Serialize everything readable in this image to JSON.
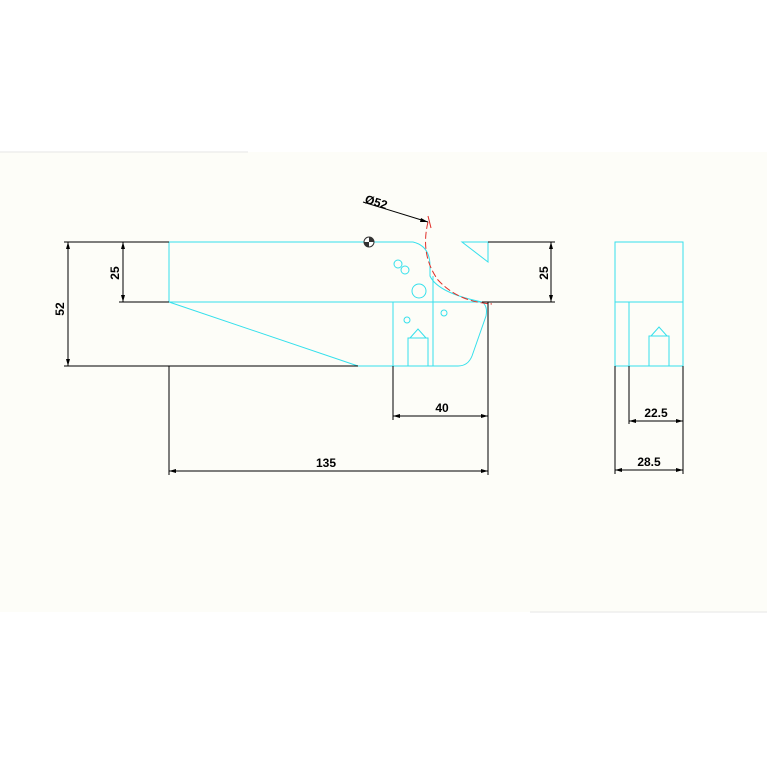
{
  "colors": {
    "background": "#ffffff",
    "sheet": "#fdfdf8",
    "outline": "#35e0ec",
    "dimension": "#000000",
    "construction_arc": "#e0302a",
    "center_mark": "#333333"
  },
  "dimensions": {
    "front_height_total": "52",
    "front_height_upper_left": "25",
    "front_height_upper_right": "25",
    "front_bottom_right_width": "40",
    "front_overall_width": "135",
    "arc_diameter": "Ø52",
    "side_inner_width": "22.5",
    "side_overall_width": "28.5"
  }
}
